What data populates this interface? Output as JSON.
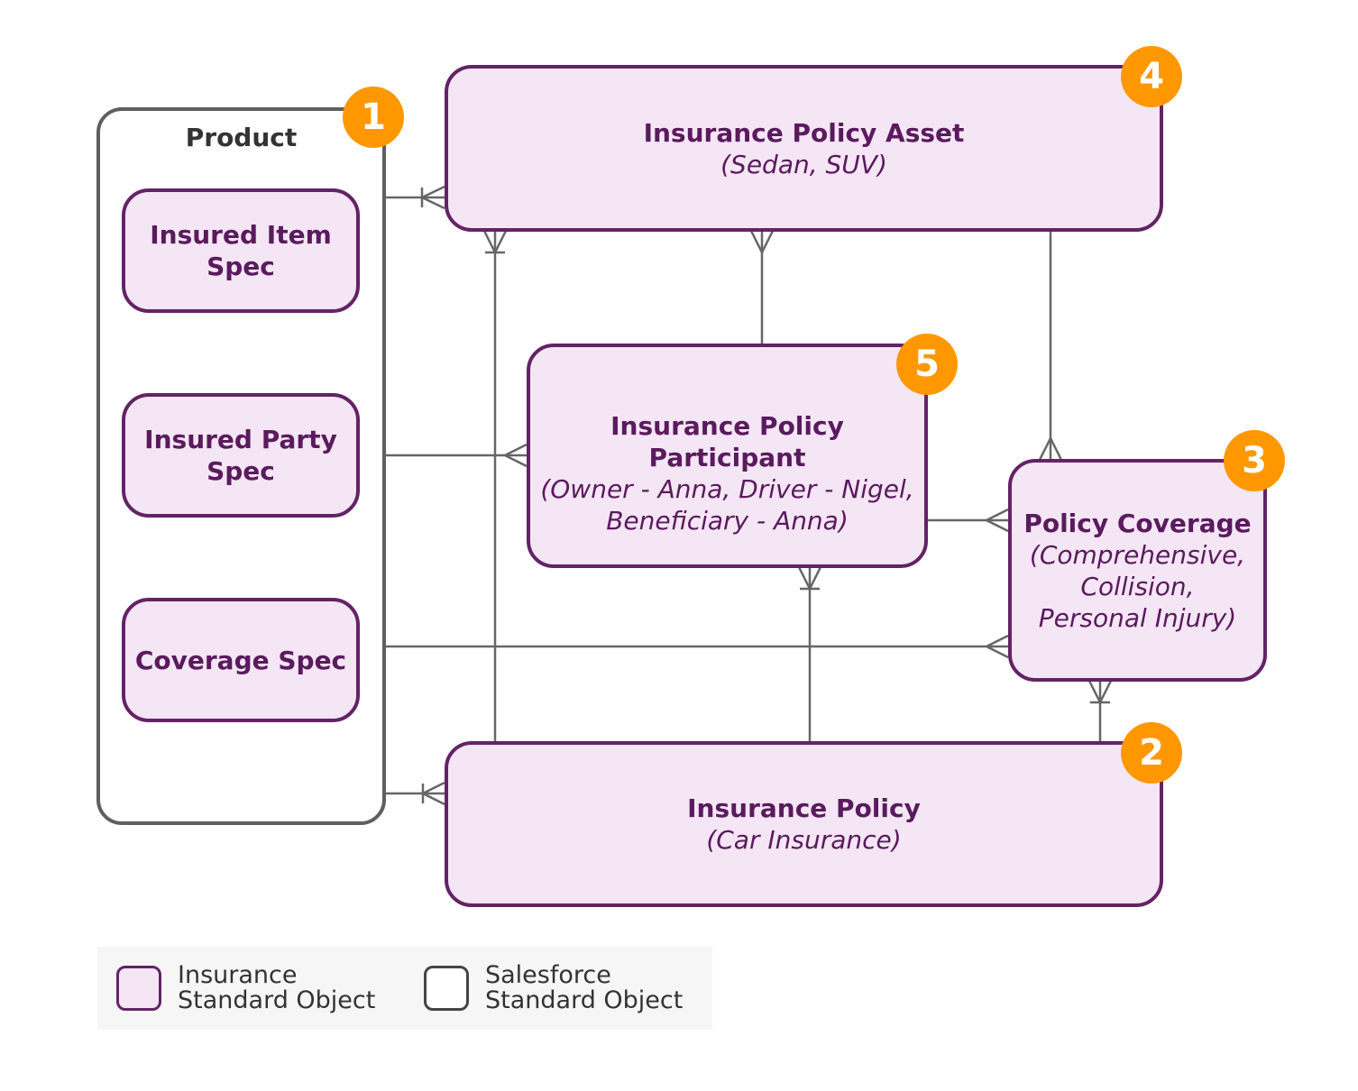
{
  "diagram": {
    "product": {
      "title": "Product"
    },
    "specs": [
      {
        "line1": "Insured Item",
        "line2": "Spec"
      },
      {
        "line1": "Insured Party",
        "line2": "Spec"
      },
      {
        "line1": "Coverage Spec"
      }
    ],
    "asset": {
      "title": "Insurance Policy Asset",
      "subtitle": "(Sedan, SUV)"
    },
    "participant": {
      "title": "Insurance Policy Participant",
      "subtitle_line1": "(Owner - Anna, Driver - Nigel,",
      "subtitle_line2": "Beneficiary - Anna)"
    },
    "coverage": {
      "title": "Policy Coverage",
      "subtitle_line1": "(Comprehensive,",
      "subtitle_line2": "Collision,",
      "subtitle_line3": "Personal Injury)"
    },
    "policy": {
      "title": "Insurance Policy",
      "subtitle": "(Car Insurance)"
    },
    "badges": {
      "product": "1",
      "policy": "2",
      "coverage": "3",
      "asset": "4",
      "participant": "5"
    }
  },
  "legend": {
    "insurance_line1": "Insurance",
    "insurance_line2": "Standard Object",
    "salesforce_line1": "Salesforce",
    "salesforce_line2": "Standard Object"
  },
  "colors": {
    "insurance_fill": "#f4e6f4",
    "insurance_border": "#632366",
    "text": "#5b1a5e",
    "badge": "#ff9800",
    "connector": "#666666"
  }
}
